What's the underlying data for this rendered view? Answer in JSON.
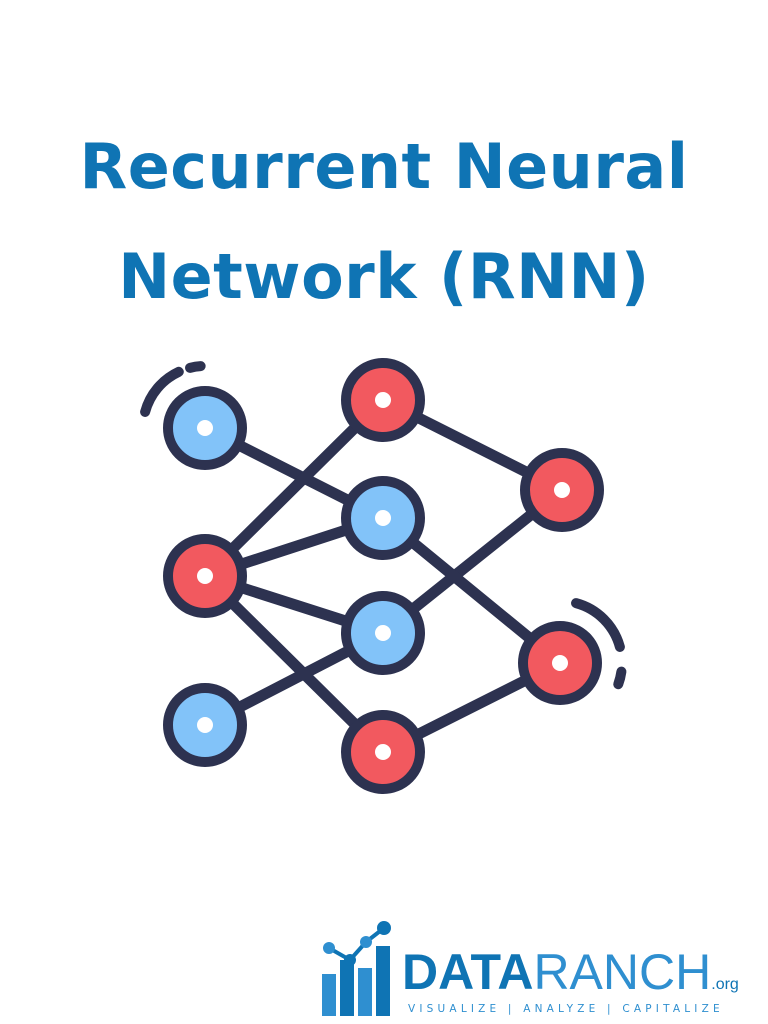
{
  "title": {
    "line1": "Recurrent Neural",
    "line2": "Network (RNN)"
  },
  "colors": {
    "title": "#0f74b4",
    "outline": "#2d3250",
    "node_blue": "#82c3f9",
    "node_red": "#f2595f",
    "brand_dark": "#0f74b4",
    "brand_light": "#2f8fd0"
  },
  "diagram": {
    "icon": "recurrent-neural-network-icon",
    "nodes": [
      {
        "id": "in-1",
        "color": "blue"
      },
      {
        "id": "in-2",
        "color": "red"
      },
      {
        "id": "in-3",
        "color": "blue"
      },
      {
        "id": "hid-1",
        "color": "red"
      },
      {
        "id": "hid-2",
        "color": "blue"
      },
      {
        "id": "hid-3",
        "color": "blue"
      },
      {
        "id": "hid-4",
        "color": "red"
      },
      {
        "id": "out-1",
        "color": "red"
      },
      {
        "id": "out-2",
        "color": "red"
      }
    ],
    "edges": [
      [
        "in-1",
        "hid-2"
      ],
      [
        "in-2",
        "hid-1"
      ],
      [
        "in-2",
        "hid-2"
      ],
      [
        "in-2",
        "hid-3"
      ],
      [
        "in-2",
        "hid-4"
      ],
      [
        "in-3",
        "hid-3"
      ],
      [
        "hid-1",
        "out-1"
      ],
      [
        "hid-3",
        "out-1"
      ],
      [
        "hid-2",
        "out-2"
      ],
      [
        "hid-4",
        "out-2"
      ]
    ]
  },
  "brand": {
    "name_bold": "DATA",
    "name_light": "RANCH",
    "suffix": ".org",
    "tagline": "VISUALIZE | ANALYZE | CAPITALIZE",
    "logo_icon": "bar-chart-logo-icon"
  }
}
